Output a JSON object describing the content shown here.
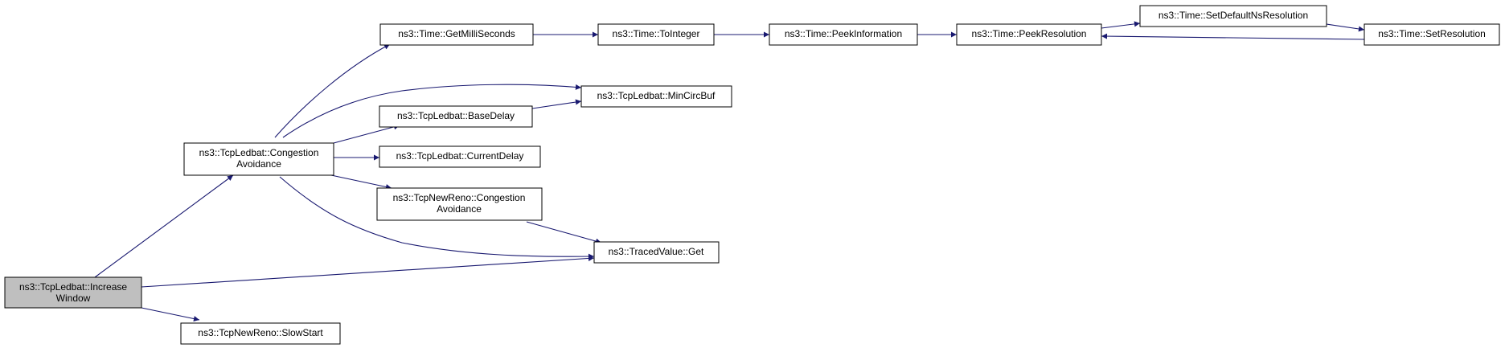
{
  "diagram": {
    "colors": {
      "edge": "#191970",
      "node_border": "#000000",
      "highlight_fill": "#bfbfbf",
      "node_fill": "#ffffff"
    },
    "nodes": {
      "increase_window": {
        "lines": [
          "ns3::TcpLedbat::Increase",
          "Window"
        ],
        "highlighted": true
      },
      "ledbat_congestion_avoidance": {
        "lines": [
          "ns3::TcpLedbat::Congestion",
          "Avoidance"
        ]
      },
      "newreno_slow_start": {
        "lines": [
          "ns3::TcpNewReno::SlowStart"
        ]
      },
      "traced_value_get": {
        "lines": [
          "ns3::TracedValue::Get"
        ]
      },
      "get_milliseconds": {
        "lines": [
          "ns3::Time::GetMilliSeconds"
        ]
      },
      "min_circ_buf": {
        "lines": [
          "ns3::TcpLedbat::MinCircBuf"
        ]
      },
      "base_delay": {
        "lines": [
          "ns3::TcpLedbat::BaseDelay"
        ]
      },
      "current_delay": {
        "lines": [
          "ns3::TcpLedbat::CurrentDelay"
        ]
      },
      "newreno_congestion_avoidance": {
        "lines": [
          "ns3::TcpNewReno::Congestion",
          "Avoidance"
        ]
      },
      "to_integer": {
        "lines": [
          "ns3::Time::ToInteger"
        ]
      },
      "peek_information": {
        "lines": [
          "ns3::Time::PeekInformation"
        ]
      },
      "peek_resolution": {
        "lines": [
          "ns3::Time::PeekResolution"
        ]
      },
      "set_default_ns_resolution": {
        "lines": [
          "ns3::Time::SetDefaultNsResolution"
        ]
      },
      "set_resolution": {
        "lines": [
          "ns3::Time::SetResolution"
        ]
      }
    }
  }
}
